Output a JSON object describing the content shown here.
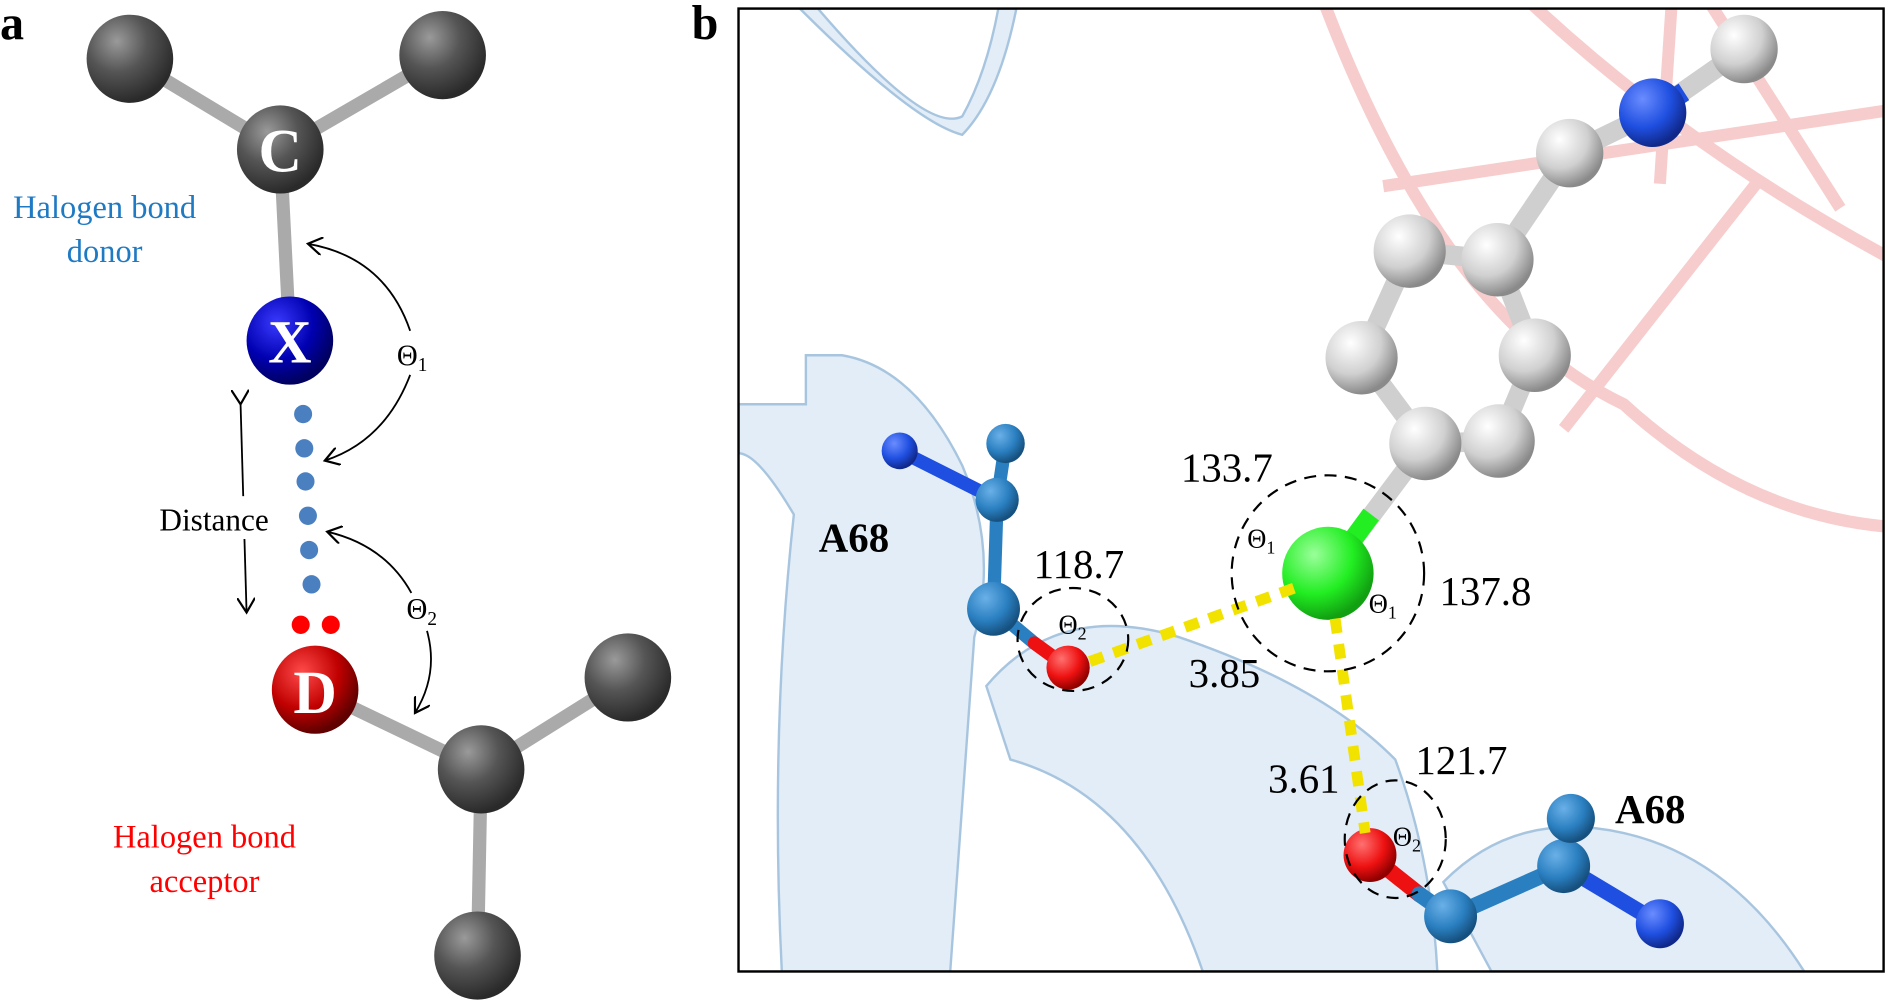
{
  "panel_a": {
    "label": "a",
    "donor_label": [
      "Halogen bond",
      "donor"
    ],
    "acceptor_label": [
      "Halogen bond",
      "acceptor"
    ],
    "atom_c": "C",
    "atom_x": "X",
    "atom_d": "D",
    "theta1": "Θ",
    "theta1_sub": "1",
    "theta2": "Θ",
    "theta2_sub": "2",
    "distance": "Distance",
    "colors": {
      "donor": "#1f7ac4",
      "acceptor": "#ff0000",
      "halogen": "#0000b0",
      "acceptor_atom": "#c00000",
      "carbon": "#555555",
      "bond_dots": "#4a7fc0"
    }
  },
  "panel_b": {
    "label": "b",
    "residue_left": "A68",
    "residue_right": "A68",
    "angle_118": "118.7",
    "angle_133": "133.7",
    "angle_137": "137.8",
    "angle_121": "121.7",
    "dist_385": "3.85",
    "dist_361": "3.61",
    "theta": "Θ",
    "sub1": "1",
    "sub2": "2",
    "colors": {
      "chlorine": "#22ee22",
      "oxygen": "#ee1111",
      "residue": "#2a7fc0",
      "nitrogen": "#1f4fe0",
      "ligand": "#d8d8d8",
      "hbond": "#f2e200",
      "ribbon_blue": "#dbe9f5",
      "ribbon_pink": "#f6bcbc"
    }
  }
}
